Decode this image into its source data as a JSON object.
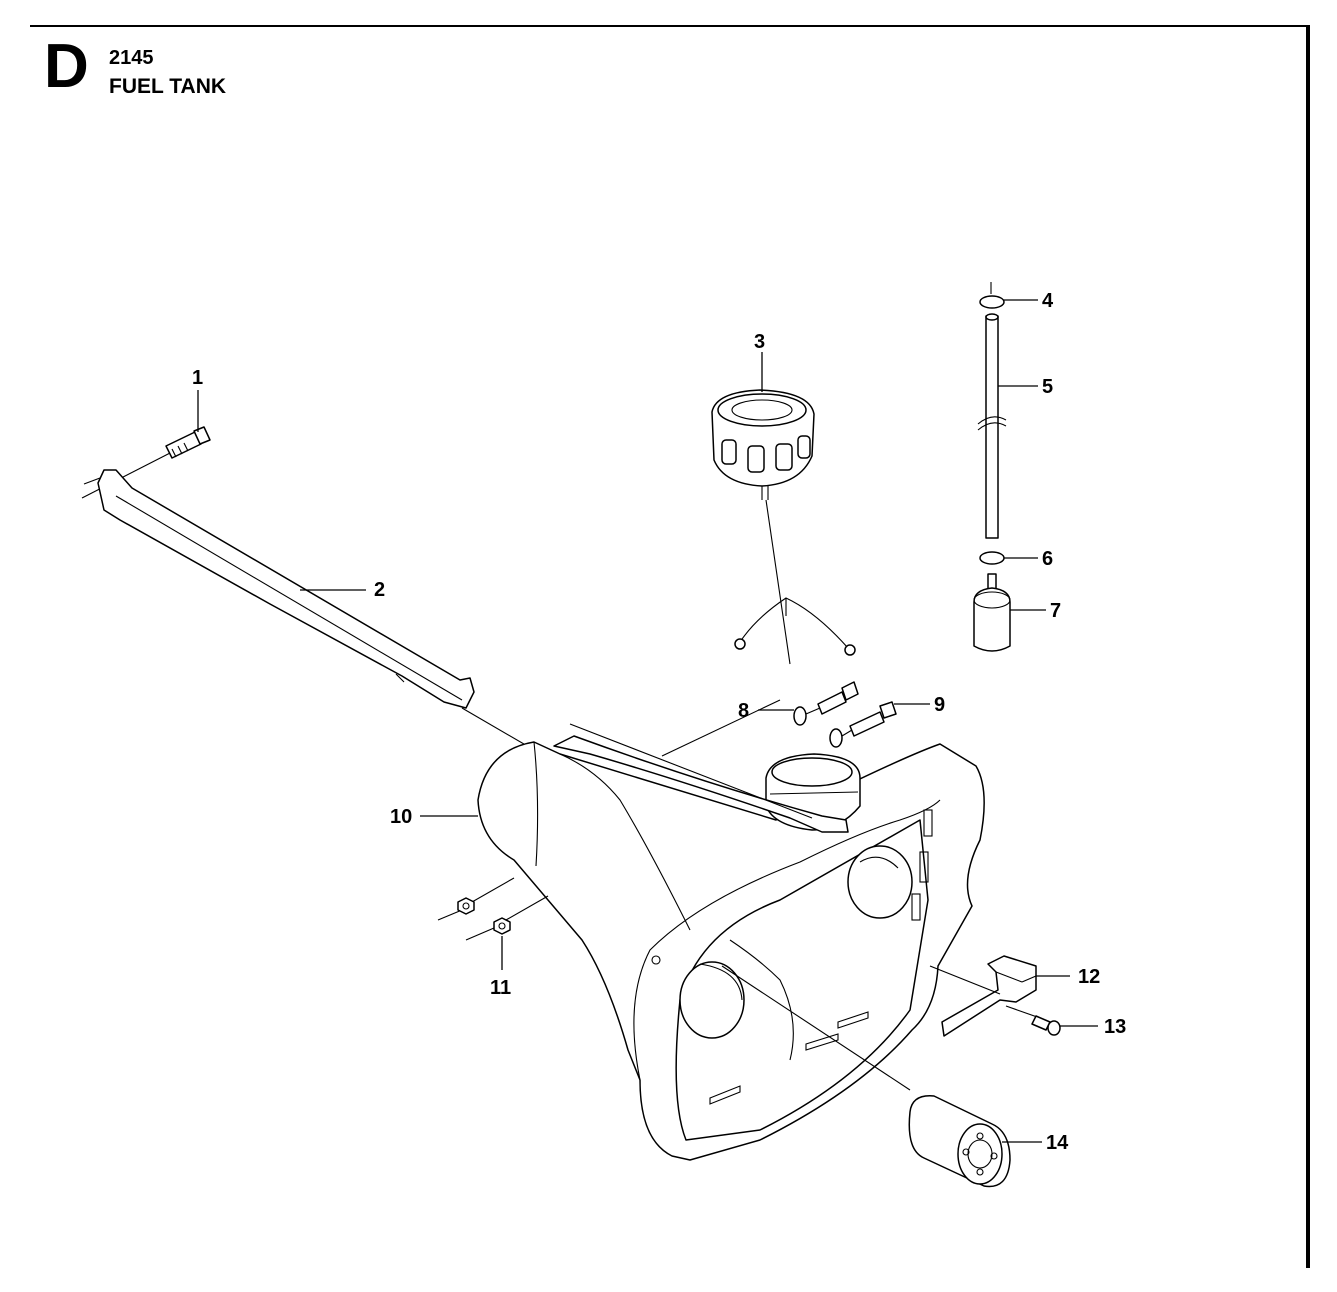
{
  "header": {
    "section_letter": "D",
    "model_number": "2145",
    "section_title": "FUEL TANK"
  },
  "callouts": [
    {
      "id": "1",
      "label": "1"
    },
    {
      "id": "2",
      "label": "2"
    },
    {
      "id": "3",
      "label": "3"
    },
    {
      "id": "4",
      "label": "4"
    },
    {
      "id": "5",
      "label": "5"
    },
    {
      "id": "6",
      "label": "6"
    },
    {
      "id": "7",
      "label": "7"
    },
    {
      "id": "8",
      "label": "8"
    },
    {
      "id": "9",
      "label": "9"
    },
    {
      "id": "10",
      "label": "10"
    },
    {
      "id": "11",
      "label": "11"
    },
    {
      "id": "12",
      "label": "12"
    },
    {
      "id": "13",
      "label": "13"
    },
    {
      "id": "14",
      "label": "14"
    }
  ]
}
